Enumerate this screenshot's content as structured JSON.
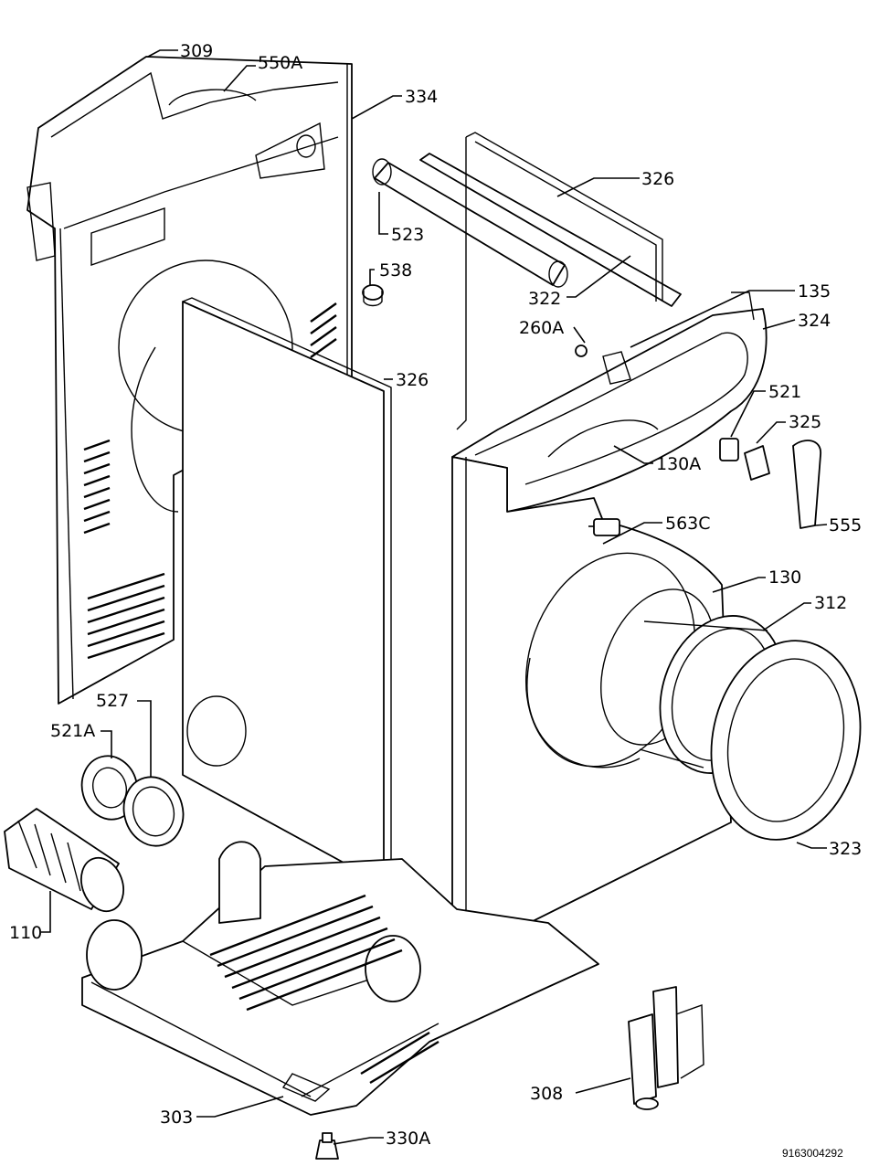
{
  "diagram": {
    "labels": {
      "p309": "309",
      "p550a": "550A",
      "p334": "334",
      "p326_top": "326",
      "p523": "523",
      "p538": "538",
      "p322": "322",
      "p135": "135",
      "p260a": "260A",
      "p324": "324",
      "p326_mid": "326",
      "p521": "521",
      "p325": "325",
      "p130a": "130A",
      "p555": "555",
      "p563c": "563C",
      "p130": "130",
      "p312": "312",
      "p527": "527",
      "p521a": "521A",
      "p323": "323",
      "p110": "110",
      "p308": "308",
      "p303": "303",
      "p330a": "330A"
    },
    "document_number": "9163004292"
  }
}
